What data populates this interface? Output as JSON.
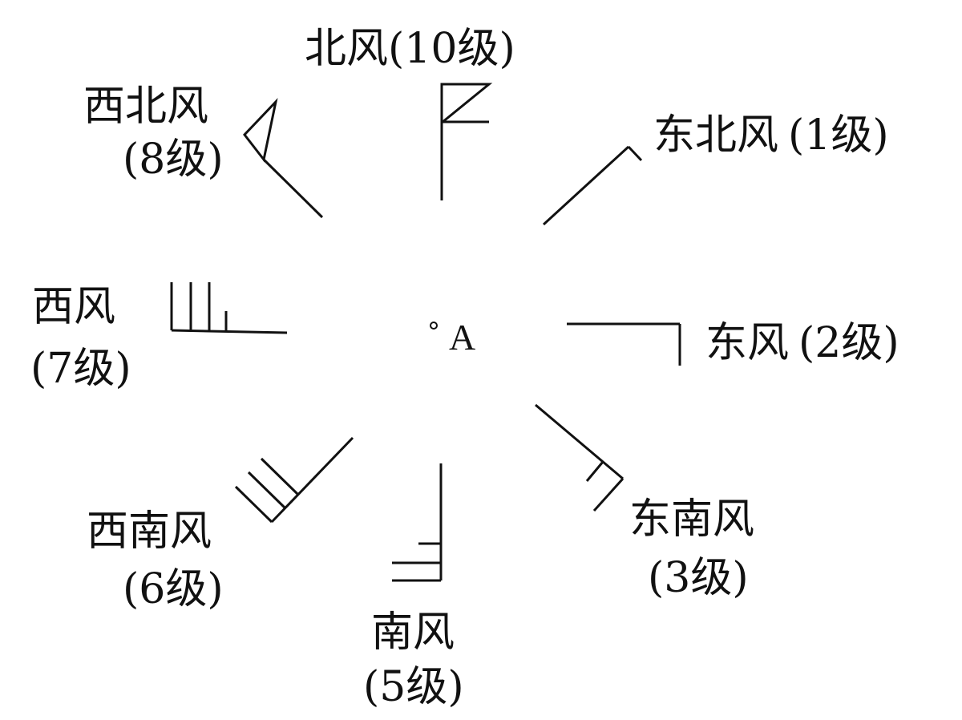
{
  "center": {
    "point_label": "A"
  },
  "winds": [
    {
      "key": "n",
      "name": "北风",
      "level": "(10级)"
    },
    {
      "key": "ne",
      "name": "东北风",
      "level": "(1级)"
    },
    {
      "key": "e",
      "name": "东风",
      "level": "(2级)"
    },
    {
      "key": "se",
      "name": "东南风",
      "level": "(3级)"
    },
    {
      "key": "s",
      "name": "南风",
      "level": "(5级)"
    },
    {
      "key": "sw",
      "name": "西南风",
      "level": "(6级)"
    },
    {
      "key": "w",
      "name": "西风",
      "level": "(7级)"
    },
    {
      "key": "nw",
      "name": "西北风",
      "level": "(8级)"
    }
  ]
}
